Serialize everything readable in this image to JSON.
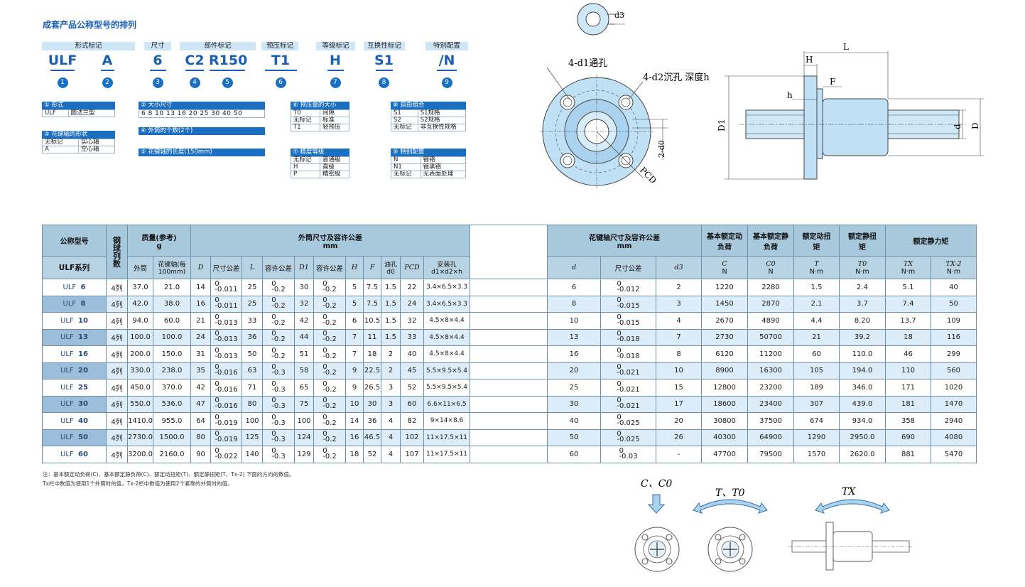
{
  "section_title": "成套产品公称型号的排列",
  "code_row": [
    {
      "label": "形式标记",
      "value": "ULF",
      "num": "1"
    },
    {
      "label": "",
      "value": "A",
      "num": "2"
    },
    {
      "label": "尺寸",
      "value": "6",
      "num": "3"
    },
    {
      "label": "部件标记",
      "value": "C2",
      "num": "4"
    },
    {
      "label": "",
      "value": "R150",
      "num": "5"
    },
    {
      "label": "预压标记",
      "value": "T1",
      "num": "6"
    },
    {
      "label": "等级标记",
      "value": "H",
      "num": "7"
    },
    {
      "label": "互换性标记",
      "value": "S1",
      "num": "8"
    },
    {
      "label": "特别配置",
      "value": "/N",
      "num": "9"
    }
  ],
  "legend": {
    "form": {
      "title": "① 形式",
      "rows": [
        [
          "ULF",
          "圆法兰型"
        ]
      ]
    },
    "spline_shape": {
      "title": "② 花键轴的形状",
      "rows": [
        [
          "无标记",
          "实心轴"
        ],
        [
          "A",
          "空心轴"
        ]
      ]
    },
    "size": {
      "title": "③ 大小尺寸",
      "values": "6  8  10  13  16  20  25  30  40  50"
    },
    "outer_count": {
      "title": "④ 外筒的个数(2个)"
    },
    "spline_length": {
      "title": "⑤ 花键轴的长度(150mm)"
    },
    "preload": {
      "title": "⑥ 预压量的大小",
      "rows": [
        [
          "T0",
          "间隙"
        ],
        [
          "无标记",
          "标准"
        ],
        [
          "T1",
          "轻预压"
        ]
      ]
    },
    "accuracy": {
      "title": "⑦ 精度等级",
      "rows": [
        [
          "无标记",
          "普通级"
        ],
        [
          "H",
          "高级"
        ],
        [
          "P",
          "精密级"
        ]
      ]
    },
    "combo": {
      "title": "⑧ 自由组合",
      "rows": [
        [
          "S1",
          "S1规格"
        ],
        [
          "S2",
          "S2规格"
        ],
        [
          "无标记",
          "非互换性规格"
        ]
      ]
    },
    "special": {
      "title": "⑨ 特别配置",
      "rows": [
        [
          "N",
          "镀铬"
        ],
        [
          "N1",
          "镀黑铬"
        ],
        [
          "无标记",
          "无表面处理"
        ]
      ]
    }
  },
  "drawing": {
    "d3": "d3",
    "through_hole": "4-d1通孔",
    "counterbore": "4-d2沉孔 深度h",
    "d0": "2-d0",
    "pcd": "PCD",
    "L": "L",
    "H": "H",
    "F": "F",
    "h": "h",
    "D1": "D1",
    "d": "d",
    "D": "D"
  },
  "table": {
    "h_model": "公称型号",
    "h_series": "ULF系列",
    "h_balls": "钢球列数",
    "h_mass": "质量(参考)",
    "h_mass_unit": "g",
    "h_outer": "外筒尺寸及容许公差",
    "h_spline": "花键轴尺寸及容许公差",
    "h_mm": "mm",
    "h_C": "基本额定动负荷",
    "h_C0": "基本额定静负荷",
    "h_T": "额定动扭矩",
    "h_T0": "额定静扭矩",
    "h_TX": "额定静力矩",
    "sub": {
      "outer": "外筒",
      "shaft": "花键轴(每100mm)",
      "D": "D",
      "tol1": "尺寸公差",
      "L": "L",
      "tol2": "容许公差",
      "D1": "D1",
      "tol3": "容许公差",
      "H": "H",
      "F": "F",
      "oil": "油孔 d0",
      "PCD": "PCD",
      "mount": "安装孔 d1×d2×h",
      "d": "d",
      "tol4": "尺寸公差",
      "d3": "d3",
      "C": "C",
      "C0": "C0",
      "T": "T",
      "T0": "T0",
      "TX": "TX",
      "TX2": "TX-2",
      "N1": "N",
      "N2": "N",
      "Nm1": "N·m",
      "Nm2": "N·m",
      "Nm3": "N·m",
      "Nm4": "N·m"
    },
    "rows": [
      {
        "model": "ULF",
        "size": "6",
        "balls": "4列",
        "m_out": "37.0",
        "m_shaft": "21.0",
        "D": "14",
        "D_tol": "-0.011",
        "L": "25",
        "L_tol": "-0.2",
        "D1": "30",
        "D1_tol": "-0.2",
        "H": "5",
        "F": "7.5",
        "d0": "1.5",
        "PCD": "22",
        "mount": "3.4×6.5×3.3",
        "d": "6",
        "d_tol": "-0.012",
        "d3": "2",
        "C": "1220",
        "C0": "2280",
        "T": "1.5",
        "T0": "2.4",
        "TX": "5.1",
        "TX2": "40"
      },
      {
        "model": "ULF",
        "size": "8",
        "balls": "4列",
        "m_out": "42.0",
        "m_shaft": "38.0",
        "D": "16",
        "D_tol": "-0.011",
        "L": "25",
        "L_tol": "-0.2",
        "D1": "32",
        "D1_tol": "-0.2",
        "H": "5",
        "F": "7.5",
        "d0": "1.5",
        "PCD": "24",
        "mount": "3.4×6.5×3.3",
        "d": "8",
        "d_tol": "-0.015",
        "d3": "3",
        "C": "1450",
        "C0": "2870",
        "T": "2.1",
        "T0": "3.7",
        "TX": "7.4",
        "TX2": "50"
      },
      {
        "model": "ULF",
        "size": "10",
        "balls": "4列",
        "m_out": "94.0",
        "m_shaft": "60.0",
        "D": "21",
        "D_tol": "-0.013",
        "L": "33",
        "L_tol": "-0.2",
        "D1": "42",
        "D1_tol": "-0.2",
        "H": "6",
        "F": "10.5",
        "d0": "1.5",
        "PCD": "32",
        "mount": "4.5×8×4.4",
        "d": "10",
        "d_tol": "-0.015",
        "d3": "4",
        "C": "2670",
        "C0": "4890",
        "T": "4.4",
        "T0": "8.20",
        "TX": "13.7",
        "TX2": "109"
      },
      {
        "model": "ULF",
        "size": "13",
        "balls": "4列",
        "m_out": "100.0",
        "m_shaft": "100.0",
        "D": "24",
        "D_tol": "-0.013",
        "L": "36",
        "L_tol": "-0.2",
        "D1": "44",
        "D1_tol": "-0.2",
        "H": "7",
        "F": "11",
        "d0": "1.5",
        "PCD": "33",
        "mount": "4.5×8×4.4",
        "d": "13",
        "d_tol": "-0.018",
        "d3": "7",
        "C": "2730",
        "C0": "50700",
        "T": "21",
        "T0": "39.2",
        "TX": "18",
        "TX2": "116"
      },
      {
        "model": "ULF",
        "size": "16",
        "balls": "4列",
        "m_out": "200.0",
        "m_shaft": "150.0",
        "D": "31",
        "D_tol": "-0.013",
        "L": "50",
        "L_tol": "-0.2",
        "D1": "51",
        "D1_tol": "-0.2",
        "H": "7",
        "F": "18",
        "d0": "2",
        "PCD": "40",
        "mount": "4.5×8×4.4",
        "d": "16",
        "d_tol": "-0.018",
        "d3": "8",
        "C": "6120",
        "C0": "11200",
        "T": "60",
        "T0": "110.0",
        "TX": "46",
        "TX2": "299"
      },
      {
        "model": "ULF",
        "size": "20",
        "balls": "4列",
        "m_out": "330.0",
        "m_shaft": "238.0",
        "D": "35",
        "D_tol": "-0.016",
        "L": "63",
        "L_tol": "-0.3",
        "D1": "58",
        "D1_tol": "-0.2",
        "H": "9",
        "F": "22.5",
        "d0": "2",
        "PCD": "45",
        "mount": "5.5×9.5×5.4",
        "d": "20",
        "d_tol": "-0.021",
        "d3": "10",
        "C": "8900",
        "C0": "16300",
        "T": "105",
        "T0": "194.0",
        "TX": "110",
        "TX2": "560"
      },
      {
        "model": "ULF",
        "size": "25",
        "balls": "4列",
        "m_out": "450.0",
        "m_shaft": "370.0",
        "D": "42",
        "D_tol": "-0.016",
        "L": "71",
        "L_tol": "-0.3",
        "D1": "65",
        "D1_tol": "-0.2",
        "H": "9",
        "F": "26.5",
        "d0": "3",
        "PCD": "52",
        "mount": "5.5×9.5×5.4",
        "d": "25",
        "d_tol": "-0.021",
        "d3": "15",
        "C": "12800",
        "C0": "23200",
        "T": "189",
        "T0": "346.0",
        "TX": "171",
        "TX2": "1020"
      },
      {
        "model": "ULF",
        "size": "30",
        "balls": "4列",
        "m_out": "550.0",
        "m_shaft": "536.0",
        "D": "47",
        "D_tol": "-0.016",
        "L": "80",
        "L_tol": "-0.3",
        "D1": "75",
        "D1_tol": "-0.2",
        "H": "10",
        "F": "30",
        "d0": "3",
        "PCD": "60",
        "mount": "6.6×11×6.5",
        "d": "30",
        "d_tol": "-0.021",
        "d3": "17",
        "C": "18600",
        "C0": "23400",
        "T": "307",
        "T0": "439.0",
        "TX": "181",
        "TX2": "1470"
      },
      {
        "model": "ULF",
        "size": "40",
        "balls": "4列",
        "m_out": "1410.0",
        "m_shaft": "955.0",
        "D": "64",
        "D_tol": "-0.019",
        "L": "100",
        "L_tol": "-0.3",
        "D1": "100",
        "D1_tol": "-0.2",
        "H": "14",
        "F": "36",
        "d0": "4",
        "PCD": "82",
        "mount": "9×14×8.6",
        "d": "40",
        "d_tol": "-0.025",
        "d3": "20",
        "C": "30800",
        "C0": "37500",
        "T": "674",
        "T0": "934.0",
        "TX": "358",
        "TX2": "2940"
      },
      {
        "model": "ULF",
        "size": "50",
        "balls": "4列",
        "m_out": "2730.0",
        "m_shaft": "1500.0",
        "D": "80",
        "D_tol": "-0.019",
        "L": "125",
        "L_tol": "-0.3",
        "D1": "124",
        "D1_tol": "-0.2",
        "H": "16",
        "F": "46.5",
        "d0": "4",
        "PCD": "102",
        "mount": "11×17.5×11",
        "d": "50",
        "d_tol": "-0.025",
        "d3": "26",
        "C": "40300",
        "C0": "64900",
        "T": "1290",
        "T0": "2950.0",
        "TX": "690",
        "TX2": "4080"
      },
      {
        "model": "ULF",
        "size": "60",
        "balls": "4列",
        "m_out": "3200.0",
        "m_shaft": "2160.0",
        "D": "90",
        "D_tol": "-0.022",
        "L": "140",
        "L_tol": "-0.3",
        "D1": "129",
        "D1_tol": "-0.2",
        "H": "18",
        "F": "52",
        "d0": "4",
        "PCD": "107",
        "mount": "11×17.5×11",
        "d": "60",
        "d_tol": "-0.03",
        "d3": "-",
        "C": "47700",
        "C0": "79500",
        "T": "1570",
        "T0": "2620.0",
        "TX": "881",
        "TX2": "5470"
      }
    ]
  },
  "notes": [
    "注：基本额定动负荷(C)、基本额定静负荷(C)、额定动扭矩(T)、额定静扭矩(T、Tx-2) 下面的方向的数值。",
    "Tx栏中数值为使用1个外筒时的值，Tx-2栏中数值为使用2个紧靠的外筒时的值。"
  ],
  "load_labels": {
    "c": "C、C0",
    "t": "T、T0",
    "tx": "TX"
  },
  "colors": {
    "accent": "#1a5fb4",
    "header": "#a8c8dc",
    "part": "#bfe0f5"
  }
}
